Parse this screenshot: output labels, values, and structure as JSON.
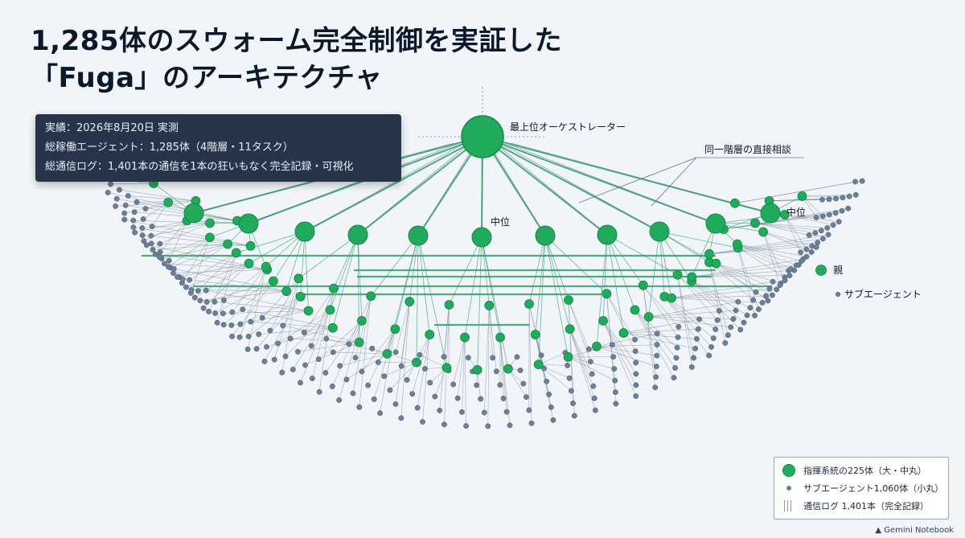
{
  "title": {
    "line1": "1,285体のスウォーム完全制御を実証した",
    "line2": "「Fuga」のアーキテクチャ"
  },
  "info_box": {
    "line1": "実績：2026年8月20日 実測",
    "line2": "総稼働エージェント：1,285体（4階層・11タスク）",
    "line3": "総通信ログ：1,401本の通信を1本の狂いもなく完全記録・可視化"
  },
  "labels": {
    "top": "最上位オーケストレーター",
    "peer": "同一階層の直接相談",
    "mid_center": "中位",
    "mid_right": "中位",
    "parent": "親",
    "sub": "サブエージェント"
  },
  "legend": {
    "command": "指揮系統の225体（大・中丸）",
    "sub": "サブエージェント1,060体（小丸）",
    "comms": "通信ログ 1,401本（完全記録）"
  },
  "credit": "Gemini Notebook",
  "colors": {
    "node": "#1faa5c",
    "node_stroke": "#138a45",
    "sub_node": "#6b7f96",
    "line_green": "#2f9e6a",
    "line_slate": "#64748b"
  }
}
